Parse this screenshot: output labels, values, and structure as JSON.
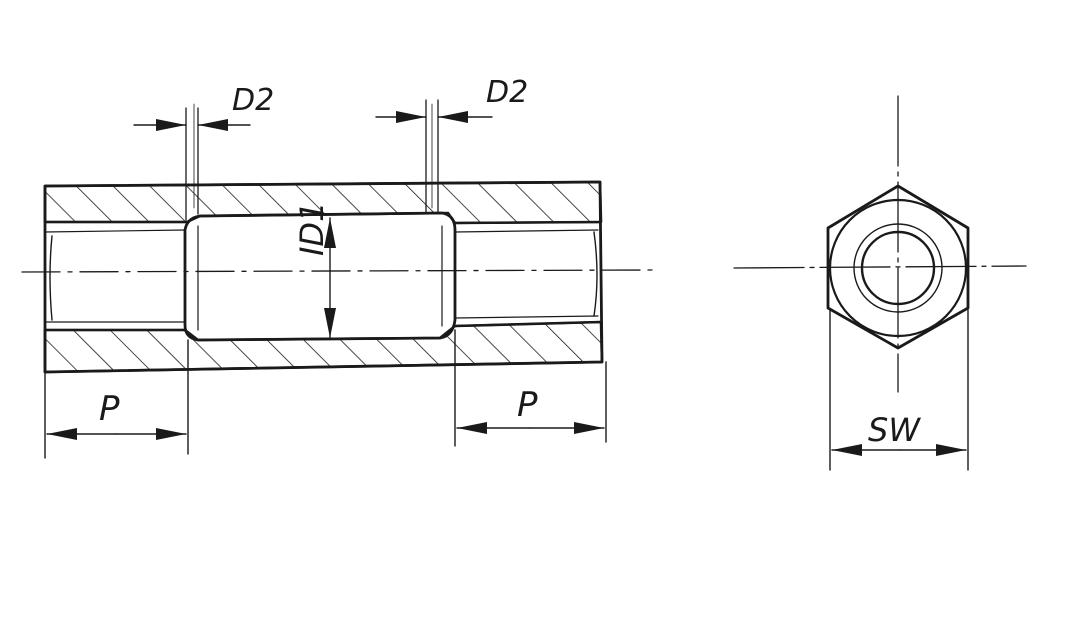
{
  "title": "",
  "labels": {
    "d2_left": "D2",
    "d2_right": "D2",
    "id1": "ID1",
    "p_left": "P",
    "p_right": "P",
    "sw": "SW"
  },
  "colors": {
    "line": "#1a1a1a",
    "background": "#ffffff"
  }
}
